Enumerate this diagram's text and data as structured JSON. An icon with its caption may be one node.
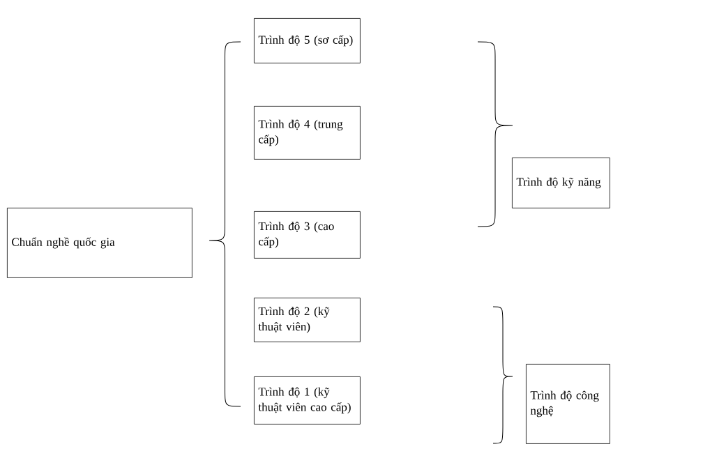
{
  "diagram": {
    "nodes": [
      {
        "text": [
          "Chuẩn nghề quốc gia"
        ]
      },
      {
        "text": [
          "Trình độ 5 (sơ cấp)"
        ]
      },
      {
        "text": [
          "Trình độ 4 (trung cấp)"
        ]
      },
      {
        "text": [
          "Trình độ 3 (cao cấp)"
        ]
      },
      {
        "text": [
          "Trình độ 2 (kỹ thuật viên)"
        ]
      },
      {
        "text": [
          "Trình độ 1 (kỹ thuật viên cao cấp)"
        ]
      },
      {
        "text": [
          "Trình độ kỹ năng"
        ]
      },
      {
        "text": [
          "Trình độ công nghệ"
        ]
      }
    ]
  }
}
